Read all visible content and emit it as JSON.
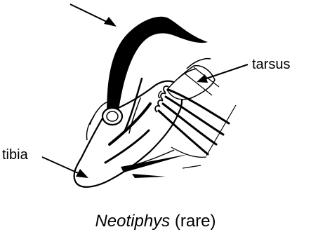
{
  "labels": {
    "tarsus": "tarsus",
    "tibia": "tibia"
  },
  "caption": {
    "genus": "Neotiphys",
    "note": "(rare)"
  },
  "colors": {
    "ink": "#000000",
    "paper": "#ffffff"
  }
}
